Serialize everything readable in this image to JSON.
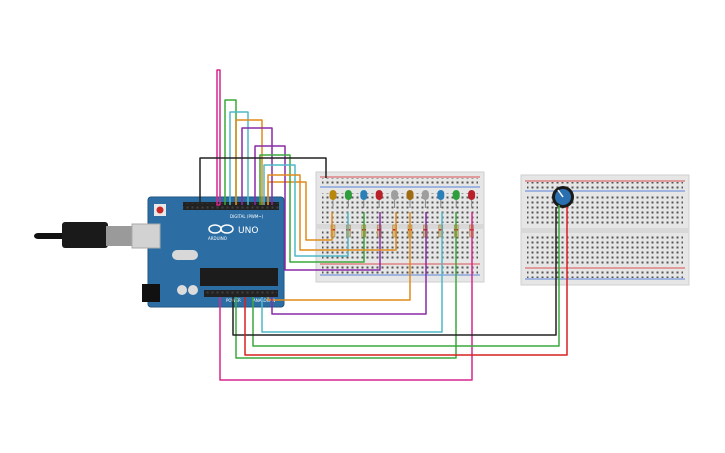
{
  "board": {
    "logo_text": "UNO",
    "brand_text": "ARDUINO",
    "digital_header_text": "DIGITAL (PWM~)",
    "power_text": "POWER",
    "analog_text": "ANALOG IN",
    "body_color": "#2c6ea4"
  },
  "leds": {
    "colors": [
      "#b8860b",
      "#2e9e3c",
      "#2a7fb8",
      "#b8202a",
      "#9e9e9e",
      "#a06a10",
      "#9e9e9e",
      "#2a7fb8",
      "#2e9e3c",
      "#b8202a"
    ]
  },
  "potentiometer": {
    "knob_color": "#2a6fb0",
    "icon": "potentiometer-icon"
  },
  "usb": {
    "icon": "usb-cable-icon"
  },
  "wire_colors": {
    "magenta": "#d6268e",
    "green": "#3aa83a",
    "orange": "#e08a1a",
    "purple": "#8a2aa8",
    "cyan": "#4fb8c8",
    "black": "#222222",
    "red": "#d62020"
  }
}
